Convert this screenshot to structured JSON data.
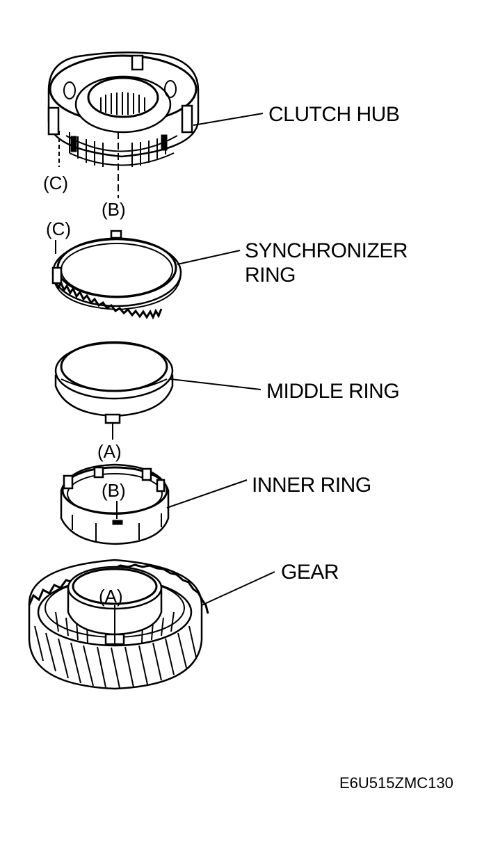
{
  "labels": {
    "clutch_hub": "CLUTCH HUB",
    "synchronizer_ring_line1": "SYNCHRONIZER",
    "synchronizer_ring_line2": "RING",
    "middle_ring": "MIDDLE RING",
    "inner_ring": "INNER RING",
    "gear": "GEAR"
  },
  "alignment_marks": {
    "c_hub": "(C)",
    "b_hub": "(B)",
    "c_sync": "(C)",
    "a_middle": "(A)",
    "b_inner": "(B)",
    "a_gear": "(A)"
  },
  "figure_code": "E6U515ZMC130"
}
